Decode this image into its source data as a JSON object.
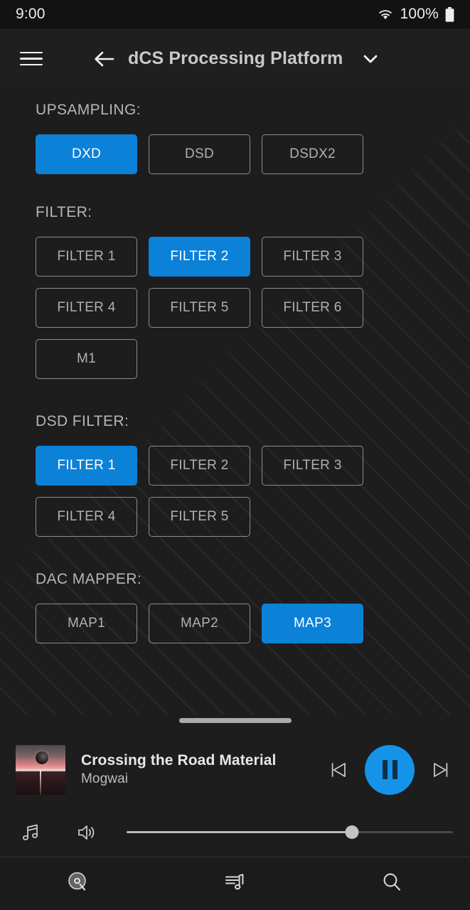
{
  "status_bar": {
    "time": "9:00",
    "battery_percent": "100%",
    "wifi_icon": "wifi-icon",
    "battery_icon": "battery-full-icon"
  },
  "app_bar": {
    "menu_icon": "hamburger-menu-icon",
    "back_icon": "back-arrow-icon",
    "title": "dCS Processing Platform",
    "dropdown_icon": "chevron-down-icon"
  },
  "colors": {
    "accent_blue": "#0c81d8",
    "play_button_blue": "#1493e8",
    "background": "#1d1d1d",
    "status_bar_background": "#121212",
    "app_bar_background": "#1f1f1f",
    "button_border": "#8d8d8d",
    "label_text": "#b6b6b6",
    "option_text": "#b0b0b0"
  },
  "sections": [
    {
      "key": "upsampling",
      "label": "UPSAMPLING:",
      "options": [
        {
          "label": "DXD",
          "selected": true
        },
        {
          "label": "DSD",
          "selected": false
        },
        {
          "label": "DSDX2",
          "selected": false
        }
      ]
    },
    {
      "key": "filter",
      "label": "FILTER:",
      "options": [
        {
          "label": "FILTER 1",
          "selected": false
        },
        {
          "label": "FILTER 2",
          "selected": true
        },
        {
          "label": "FILTER 3",
          "selected": false
        },
        {
          "label": "FILTER 4",
          "selected": false
        },
        {
          "label": "FILTER 5",
          "selected": false
        },
        {
          "label": "FILTER 6",
          "selected": false
        },
        {
          "label": "M1",
          "selected": false
        }
      ]
    },
    {
      "key": "dsd_filter",
      "label": "DSD FILTER:",
      "options": [
        {
          "label": "FILTER 1",
          "selected": true
        },
        {
          "label": "FILTER 2",
          "selected": false
        },
        {
          "label": "FILTER 3",
          "selected": false
        },
        {
          "label": "FILTER 4",
          "selected": false
        },
        {
          "label": "FILTER 5",
          "selected": false
        }
      ]
    },
    {
      "key": "dac_mapper",
      "label": "DAC MAPPER:",
      "options": [
        {
          "label": "MAP1",
          "selected": false
        },
        {
          "label": "MAP2",
          "selected": false
        },
        {
          "label": "MAP3",
          "selected": true
        }
      ]
    }
  ],
  "player": {
    "grabber": "drag-handle",
    "album_art": "album-artwork",
    "track_title": "Crossing the Road Material",
    "track_artist": "Mogwai",
    "previous_icon": "skip-previous-icon",
    "play_pause_icon": "pause-icon",
    "next_icon": "skip-next-icon",
    "playing": true
  },
  "volume": {
    "signal_path_icon": "music-note-icon",
    "speaker_icon": "volume-icon",
    "level_percent": 69
  },
  "bottom_nav": [
    {
      "icon": "browse-disc-icon",
      "active": true
    },
    {
      "icon": "queue-music-icon",
      "active": false
    },
    {
      "icon": "search-icon",
      "active": false
    }
  ]
}
